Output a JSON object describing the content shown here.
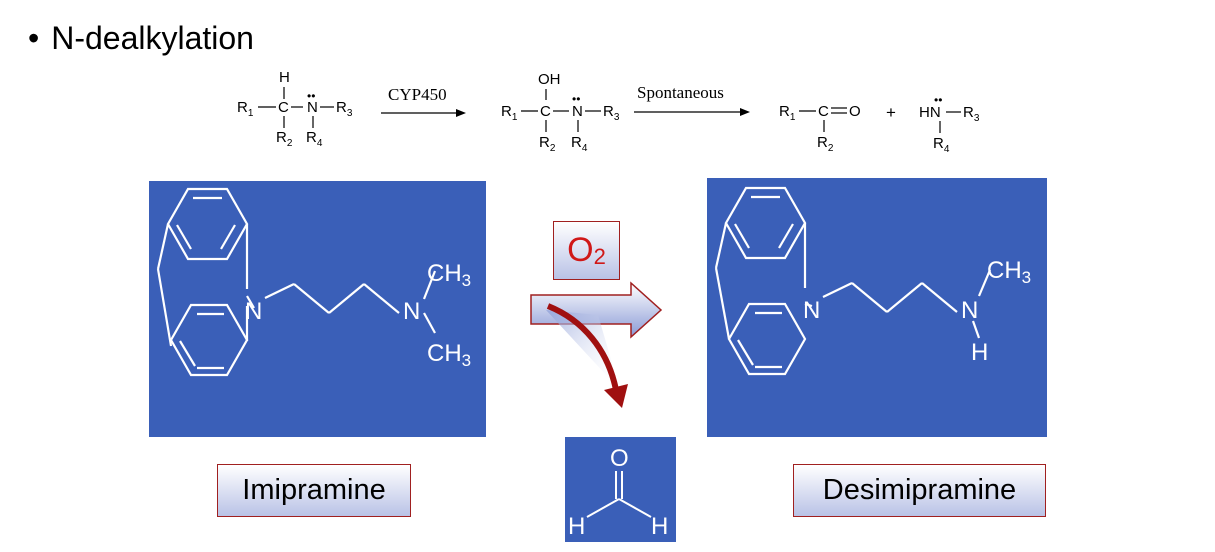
{
  "bullet": {
    "symbol": "•",
    "text": "N-dealkylation"
  },
  "scheme": {
    "reactant": {
      "h": "H",
      "r1": "R",
      "r1sub": "1",
      "c": "C",
      "n": "N",
      "r3": "R",
      "r3sub": "3",
      "r2": "R",
      "r2sub": "2",
      "r4": "R",
      "r4sub": "4",
      "lonepair": "••"
    },
    "step1_label": "CYP450",
    "intermediate": {
      "oh": "OH",
      "r1": "R",
      "r1sub": "1",
      "c": "C",
      "n": "N",
      "r3": "R",
      "r3sub": "3",
      "r2": "R",
      "r2sub": "2",
      "r4": "R",
      "r4sub": "4",
      "lonepair": "••"
    },
    "step2_label": "Spontaneous",
    "product1": {
      "r1": "R",
      "r1sub": "1",
      "c": "C",
      "o": "O",
      "r2": "R",
      "r2sub": "2"
    },
    "plus": "+",
    "product2": {
      "hn": "HN",
      "r3": "R",
      "r3sub": "3",
      "r4": "R",
      "r4sub": "4",
      "lonepair": "••"
    }
  },
  "imipramine": {
    "n_ring": "N",
    "n_amine": "N",
    "ch3_top": "CH",
    "ch3_top_sub": "3",
    "ch3_bottom": "CH",
    "ch3_bottom_sub": "3",
    "label": "Imipramine"
  },
  "desimipramine": {
    "n_ring": "N",
    "n_amine": "N",
    "ch3_top": "CH",
    "ch3_top_sub": "3",
    "h": "H",
    "label": "Desimipramine"
  },
  "oxygen": {
    "o": "O",
    "sub": "2"
  },
  "formaldehyde": {
    "o": "O",
    "h_left": "H",
    "h_right": "H"
  },
  "colors": {
    "panel": "#3a5fb8",
    "oxygen_text": "#d01818",
    "curved_arrow": "#a01010",
    "box_border": "#a02020"
  },
  "icons": {
    "reaction_arrow": "right-arrow-icon",
    "loss_arrow": "curved-arrow-icon"
  }
}
